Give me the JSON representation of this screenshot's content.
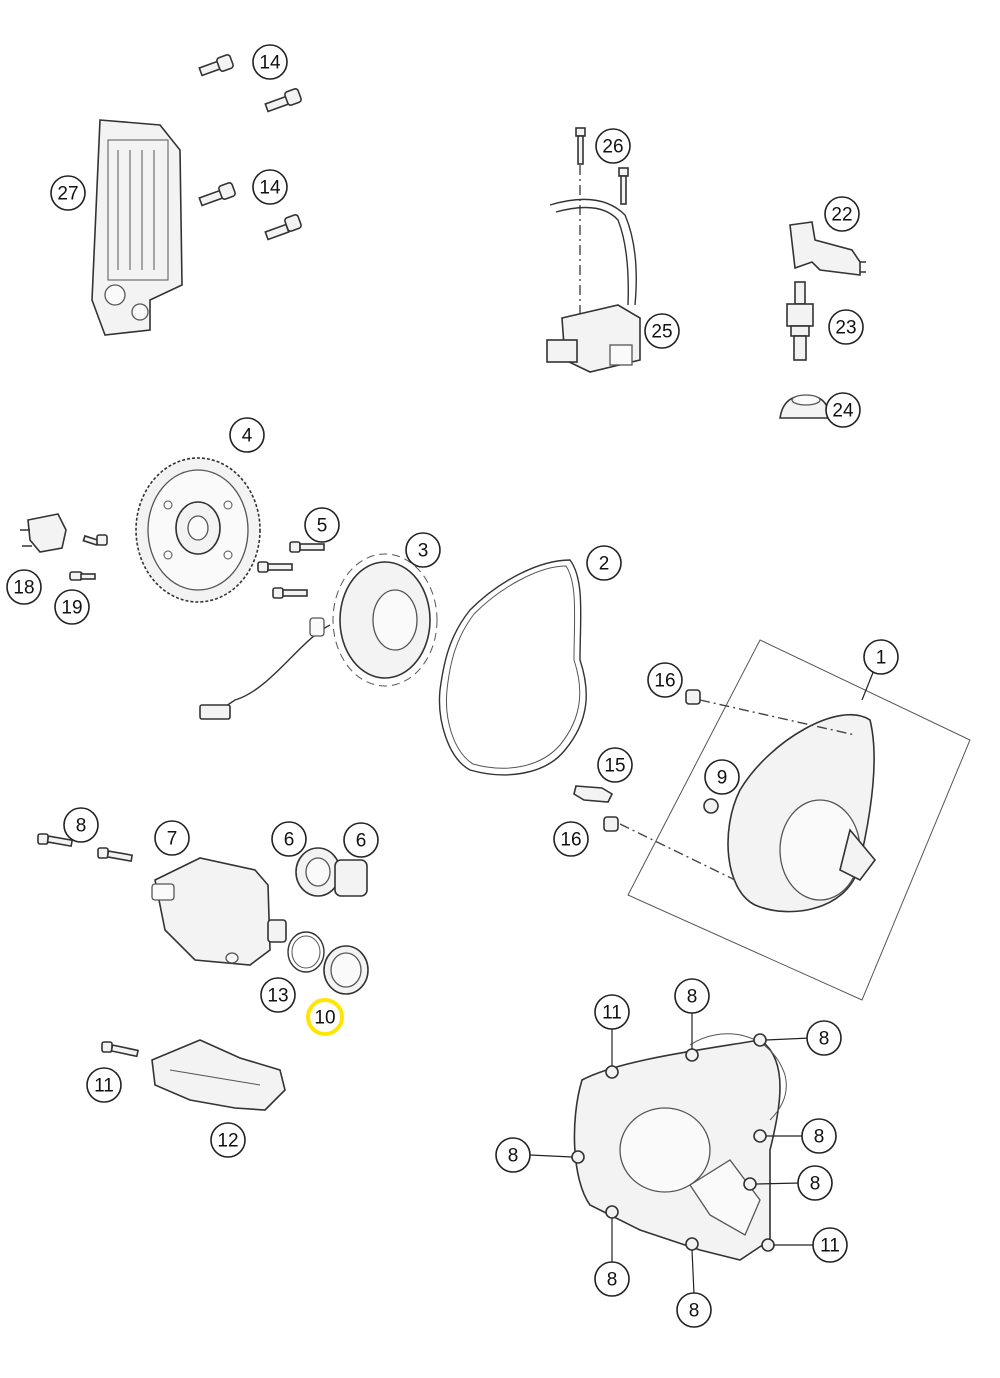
{
  "callouts": [
    {
      "id": "c14a",
      "label": "14"
    },
    {
      "id": "c14b",
      "label": "14"
    },
    {
      "id": "c27",
      "label": "27"
    },
    {
      "id": "c26",
      "label": "26"
    },
    {
      "id": "c25",
      "label": "25"
    },
    {
      "id": "c22",
      "label": "22"
    },
    {
      "id": "c23",
      "label": "23"
    },
    {
      "id": "c24",
      "label": "24"
    },
    {
      "id": "c4",
      "label": "4"
    },
    {
      "id": "c5",
      "label": "5"
    },
    {
      "id": "c3",
      "label": "3"
    },
    {
      "id": "c2",
      "label": "2"
    },
    {
      "id": "c18",
      "label": "18"
    },
    {
      "id": "c19",
      "label": "19"
    },
    {
      "id": "c1",
      "label": "1"
    },
    {
      "id": "c16a",
      "label": "16"
    },
    {
      "id": "c9",
      "label": "9"
    },
    {
      "id": "c15",
      "label": "15"
    },
    {
      "id": "c16b",
      "label": "16"
    },
    {
      "id": "c8a",
      "label": "8"
    },
    {
      "id": "c7",
      "label": "7"
    },
    {
      "id": "c6a",
      "label": "6"
    },
    {
      "id": "c6b",
      "label": "6"
    },
    {
      "id": "c13",
      "label": "13"
    },
    {
      "id": "c10",
      "label": "10",
      "highlighted": true
    },
    {
      "id": "c11a",
      "label": "11"
    },
    {
      "id": "c12",
      "label": "12"
    },
    {
      "id": "c11b",
      "label": "11"
    },
    {
      "id": "c8b",
      "label": "8"
    },
    {
      "id": "c8c",
      "label": "8"
    },
    {
      "id": "c8d",
      "label": "8"
    },
    {
      "id": "c8e",
      "label": "8"
    },
    {
      "id": "c8f",
      "label": "8"
    },
    {
      "id": "c8g",
      "label": "8"
    },
    {
      "id": "c8h",
      "label": "8"
    },
    {
      "id": "c11c",
      "label": "11"
    }
  ],
  "highlight_color": "#ffe600"
}
